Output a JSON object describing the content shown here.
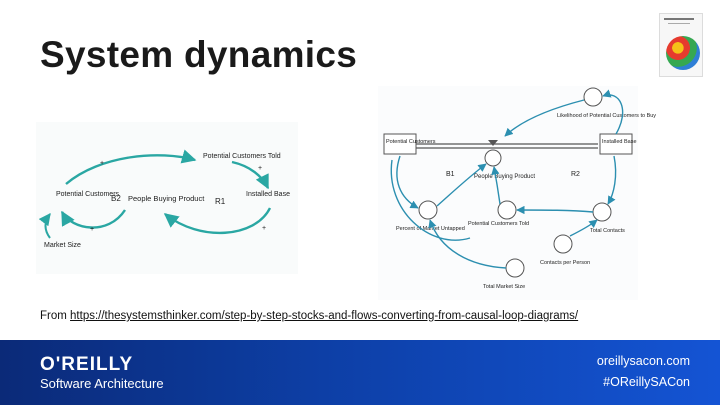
{
  "slide": {
    "title": "System dynamics",
    "source_prefix": "From ",
    "source_link": "https://thesystemsthinker.com/step-by-step-stocks-and-flows-converting-from-causal-loop-diagrams/"
  },
  "causal_loop": {
    "nodes": [
      "Potential Customers Told",
      "Potential Customers",
      "People Buying Product",
      "Installed Base",
      "Market Size"
    ],
    "loops": [
      "B2",
      "R1"
    ],
    "polarity": "+"
  },
  "stock_flow": {
    "stocks": [
      "Potential Customers",
      "Installed Base"
    ],
    "flow": "People Buying Product",
    "auxiliaries": [
      "Likelihood of Potential Customers to Buy",
      "Percent of Market Untapped",
      "Potential Customers Told",
      "Total Contacts",
      "Contacts per Person",
      "Total Market Size"
    ],
    "loops": [
      "B1",
      "R2"
    ]
  },
  "footer": {
    "brand": "O'REILLY",
    "subtitle": "Software Architecture",
    "url": "oreillysacon.com",
    "hashtag": "#OReillySACon"
  }
}
